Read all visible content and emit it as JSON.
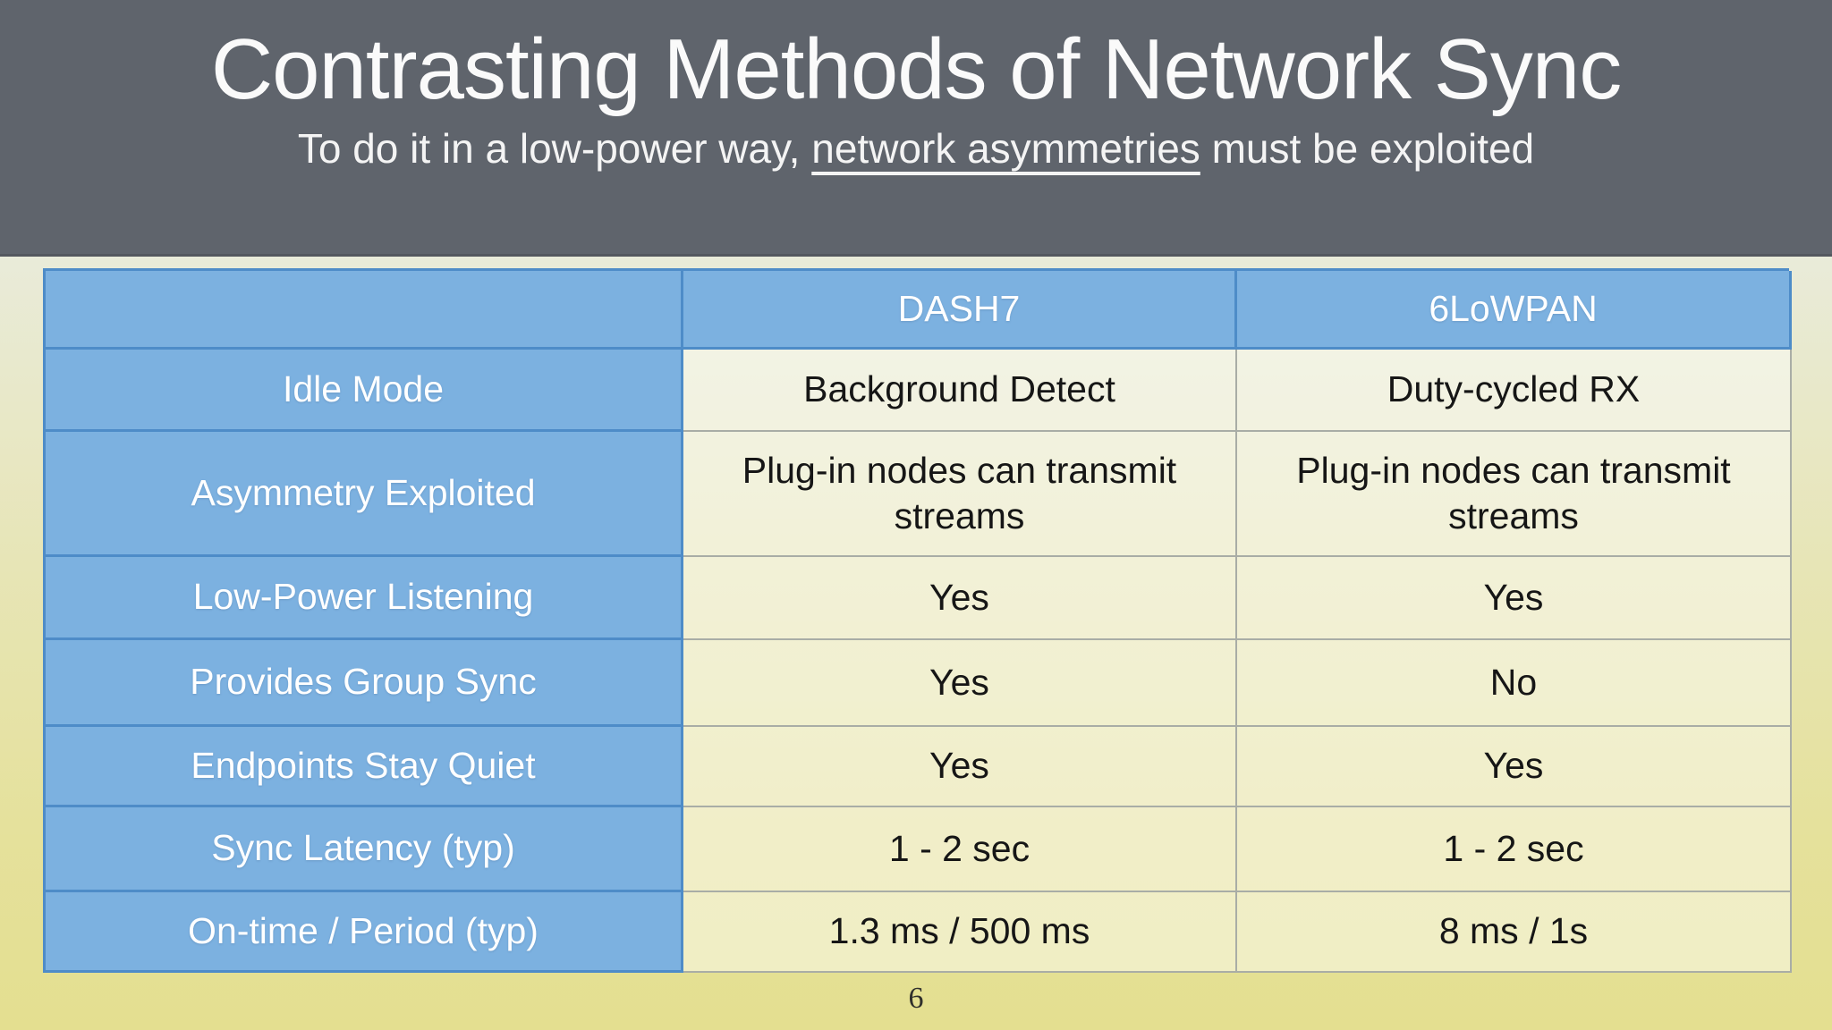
{
  "slide": {
    "title": "Contrasting Methods of Network Sync",
    "subtitle_prefix": "To do it in a low-power way, ",
    "subtitle_underlined": "network asymmetries",
    "subtitle_suffix": " must be exploited",
    "page_number": "6"
  },
  "table": {
    "columns": [
      "",
      "DASH7",
      "6LoWPAN"
    ],
    "rows": [
      {
        "label": "Idle Mode",
        "dash7": "Background Detect",
        "sixlowpan": "Duty-cycled RX"
      },
      {
        "label": "Asymmetry Exploited",
        "dash7": "Plug-in nodes can transmit streams",
        "sixlowpan": "Plug-in nodes can transmit streams"
      },
      {
        "label": "Low-Power Listening",
        "dash7": "Yes",
        "sixlowpan": "Yes"
      },
      {
        "label": "Provides Group Sync",
        "dash7": "Yes",
        "sixlowpan": "No"
      },
      {
        "label": "Endpoints Stay Quiet",
        "dash7": "Yes",
        "sixlowpan": "Yes"
      },
      {
        "label": "Sync Latency (typ)",
        "dash7": "1 - 2 sec",
        "sixlowpan": "1 - 2 sec"
      },
      {
        "label": "On-time / Period (typ)",
        "dash7": "1.3 ms / 500 ms",
        "sixlowpan": "8 ms / 1s"
      }
    ]
  },
  "colors": {
    "banner_background": "#5f646c",
    "table_blue_fill": "#7cb1e0",
    "table_blue_border": "#4e8cc8",
    "table_gray_border": "#a9ada6",
    "background_top": "#e9ece3",
    "background_bottom": "#e4df90",
    "title_text": "#fafafa",
    "data_text": "#161616"
  }
}
